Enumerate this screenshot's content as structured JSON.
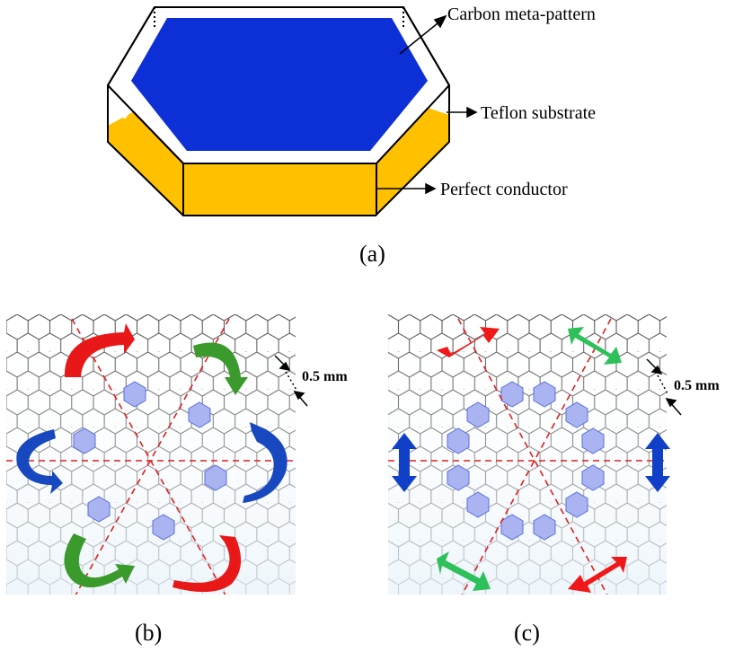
{
  "panel_a": {
    "label": "(a)",
    "callouts": {
      "carbon": "Carbon meta-pattern",
      "teflon": "Teflon substrate",
      "conductor": "Perfect conductor"
    },
    "colors": {
      "carbon": "#0d2fd6",
      "conductor": "#ffc000",
      "outline": "#000000"
    }
  },
  "panel_b": {
    "label": "(b)",
    "dimension": "0.5 mm",
    "arrow_colors": {
      "red": "#e81818",
      "green": "#3a9a2c",
      "blue": "#1848c0"
    }
  },
  "panel_c": {
    "label": "(c)",
    "dimension": "0.5 mm",
    "arrow_colors": {
      "red": "#f01818",
      "green": "#2ec05a",
      "blue": "#1040c8"
    }
  },
  "colors": {
    "grid_line": "#555555",
    "highlight_cell": "#aab4f0",
    "highlight_stroke": "#5a6ee0",
    "symmetry_line": "#e02020"
  }
}
